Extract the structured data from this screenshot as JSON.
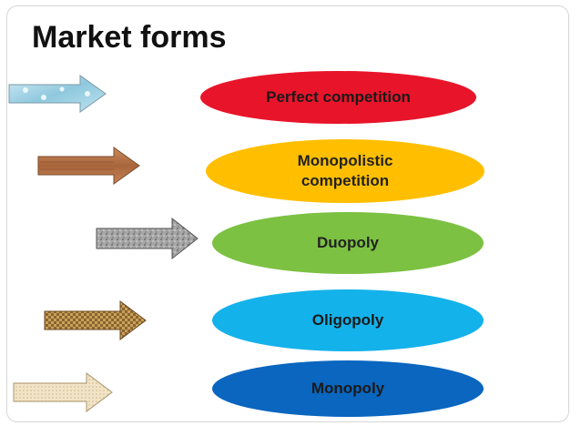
{
  "title": "Market forms",
  "forms": [
    {
      "label": "Perfect competition",
      "fill": "#e8142a",
      "text_color": "#1a1a1a",
      "arrow_texture": "water-droplets"
    },
    {
      "label": "Monopolistic competition",
      "fill": "#ffbf00",
      "text_color": "#222222",
      "arrow_texture": "wood"
    },
    {
      "label": "Duopoly",
      "fill": "#7cc142",
      "text_color": "#222222",
      "arrow_texture": "granite"
    },
    {
      "label": "Oligopoly",
      "fill": "#14b2ea",
      "text_color": "#1a1a1a",
      "arrow_texture": "woven-mat"
    },
    {
      "label": "Monopoly",
      "fill": "#0a66bf",
      "text_color": "#1a1a1a",
      "arrow_texture": "canvas"
    }
  ]
}
